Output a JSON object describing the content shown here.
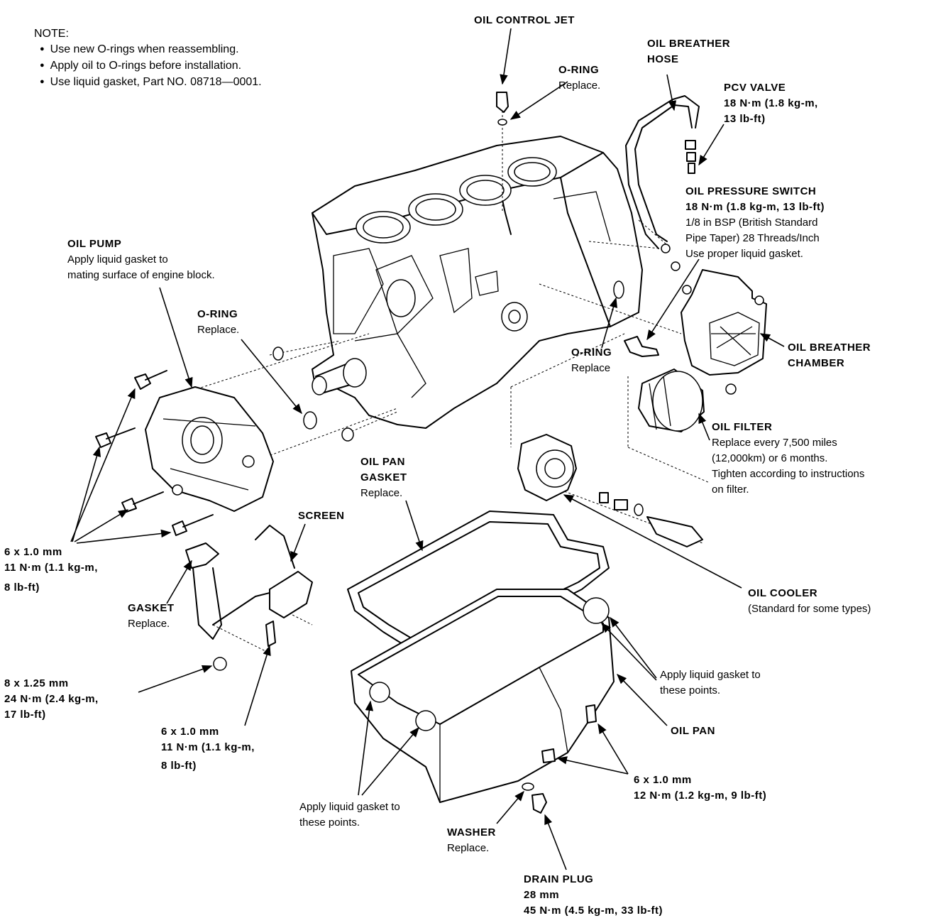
{
  "note": {
    "heading": "NOTE:",
    "items": [
      "Use new O-rings when reassembling.",
      "Apply oil to O-rings before installation.",
      "Use liquid gasket, Part NO. 08718—0001."
    ]
  },
  "labels": {
    "oil_control_jet": {
      "title": "OIL CONTROL JET"
    },
    "o_ring_top": {
      "title": "O-RING",
      "desc": "Replace."
    },
    "oil_breather_hose": {
      "title_1": "OIL BREATHER",
      "title_2": "HOSE"
    },
    "pcv_valve": {
      "title": "PCV VALVE",
      "spec_1": "18 N·m (1.8 kg-m,",
      "spec_2": "13 lb-ft)"
    },
    "oil_pressure_switch": {
      "title": "OIL PRESSURE SWITCH",
      "spec": "18 N·m (1.8 kg-m, 13 lb-ft)",
      "desc_1": "1/8 in  BSP (British Standard",
      "desc_2": "Pipe Taper) 28 Threads/Inch",
      "desc_3": "Use proper liquid gasket."
    },
    "oil_pump": {
      "title": "OIL PUMP",
      "desc_1": "Apply liquid gasket to",
      "desc_2": "mating surface of engine block."
    },
    "o_ring_left": {
      "title": "O-RING",
      "desc": "Replace."
    },
    "o_ring_mid": {
      "title": "O-RING",
      "desc": "Replace"
    },
    "oil_breather_chamber": {
      "title_1": "OIL BREATHER",
      "title_2": "CHAMBER"
    },
    "oil_filter": {
      "title": "OIL FILTER",
      "desc_1": "Replace every 7,500 miles",
      "desc_2": "(12,000km) or 6 months.",
      "desc_3": "Tighten according to instructions",
      "desc_4": "on filter."
    },
    "oil_pan_gasket": {
      "title_1": "OIL PAN",
      "title_2": "GASKET",
      "desc": "Replace."
    },
    "screen": {
      "title": "SCREEN"
    },
    "bolt_left": {
      "size": "6 x 1.0 mm",
      "spec_1": "11 N·m (1.1 kg-m,",
      "spec_2": "8 lb-ft)"
    },
    "gasket": {
      "title": "GASKET",
      "desc": "Replace."
    },
    "bolt_8x125": {
      "size": "8 x 1.25 mm",
      "spec_1": "24 N·m (2.4 kg-m,",
      "spec_2": "17 lb-ft)"
    },
    "bolt_mid": {
      "size": "6 x 1.0 mm",
      "spec_1": "11 N·m (1.1 kg-m,",
      "spec_2": "8 lb-ft)"
    },
    "oil_cooler": {
      "title": "OIL COOLER",
      "desc": "(Standard for some types)"
    },
    "apply_right": {
      "desc_1": "Apply liquid gasket to",
      "desc_2": "these points."
    },
    "oil_pan": {
      "title": "OIL PAN"
    },
    "bolt_right": {
      "size": "6 x 1.0 mm",
      "spec": "12 N·m (1.2 kg-m, 9 lb-ft)"
    },
    "apply_left": {
      "desc_1": "Apply liquid gasket to",
      "desc_2": "these points."
    },
    "washer": {
      "title": "WASHER",
      "desc": "Replace."
    },
    "drain_plug": {
      "title": "DRAIN PLUG",
      "size": "28 mm",
      "spec": "45 N·m (4.5 kg-m, 33 lb-ft)"
    }
  }
}
